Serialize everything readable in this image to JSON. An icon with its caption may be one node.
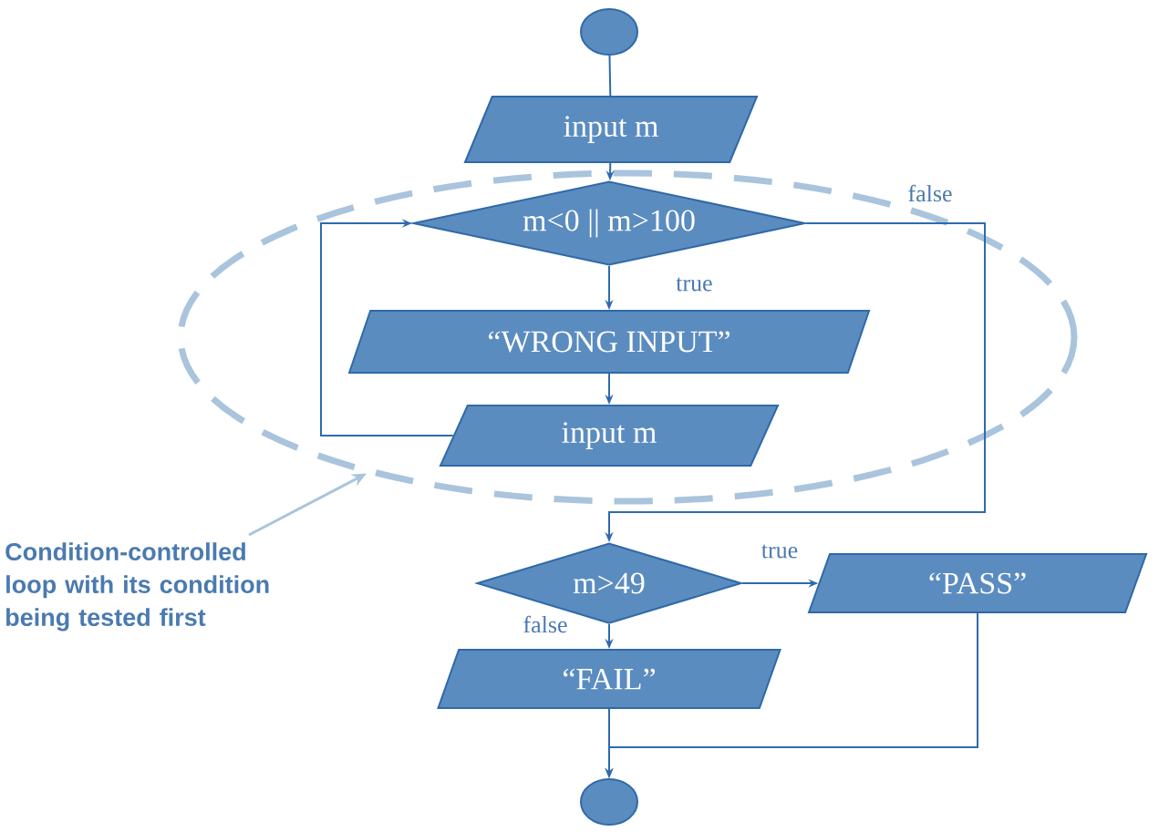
{
  "diagram": {
    "nodes": [
      {
        "text": [],
        "shape": "circle"
      },
      {
        "text": [
          "input m"
        ]
      },
      {
        "text": [],
        "shape": "ellipse"
      },
      {
        "text": [
          "m<0 || m>100"
        ],
        "in": 2
      },
      {
        "text": [
          "“WRONG INPUT”"
        ],
        "in": 2
      },
      {
        "text": [
          "input m"
        ],
        "in": 2
      },
      {
        "text": [
          "m>49"
        ]
      },
      {
        "text": [
          "“PASS”"
        ]
      },
      {
        "text": [
          "“FAIL”"
        ]
      },
      {
        "text": [],
        "shape": "circle"
      },
      {
        "text": [
          "Condition-controlled loop with its condition being tested first"
        ]
      }
    ],
    "edges": [
      {
        "from": 0,
        "to": 1,
        "arrow": "none"
      },
      {
        "from": 1,
        "to": 3,
        "arrow": "to"
      },
      {
        "from": 3,
        "to": 4,
        "arrow": "to",
        "label": "true"
      },
      {
        "from": 4,
        "to": 5,
        "arrow": "to"
      },
      {
        "from": 5,
        "to": 3,
        "arrow": "to"
      },
      {
        "from": 3,
        "to": 6,
        "arrow": "to",
        "label": "false"
      },
      {
        "from": 6,
        "to": 7,
        "arrow": "to",
        "label": "true"
      },
      {
        "from": 6,
        "to": 8,
        "arrow": "to",
        "label": "false"
      },
      {
        "from": 7,
        "to": 9,
        "arrow": "to"
      },
      {
        "from": 8,
        "to": 9,
        "arrow": "to"
      },
      {
        "from": 10,
        "to": 2,
        "arrow": "to",
        "color": "#a9c4dc"
      }
    ]
  }
}
